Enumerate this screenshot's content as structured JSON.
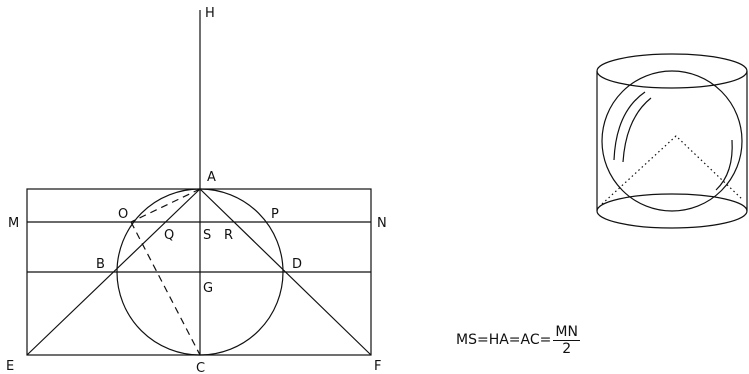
{
  "diagram": {
    "labels": {
      "H": "H",
      "A": "A",
      "M": "M",
      "N": "N",
      "O": "O",
      "P": "P",
      "Q": "Q",
      "S": "S",
      "R": "R",
      "B": "B",
      "D": "D",
      "G": "G",
      "E": "E",
      "C": "C",
      "F": "F"
    }
  },
  "formula": {
    "lhs": "MS=HA=AC=",
    "numerator": "MN",
    "denominator": "2"
  }
}
